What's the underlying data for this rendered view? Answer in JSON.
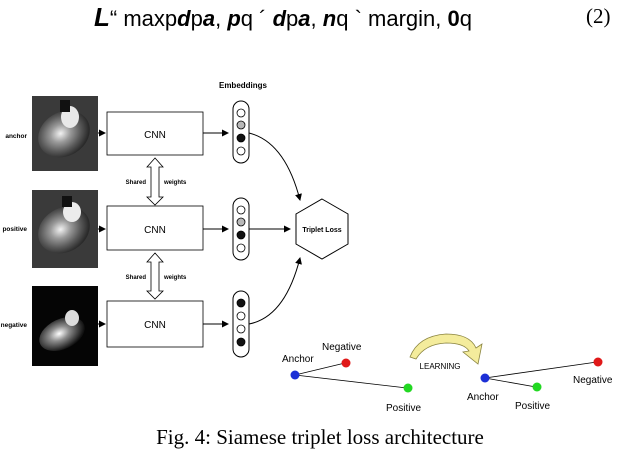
{
  "equation": {
    "tokens": [
      "L",
      "“",
      " maxp",
      "d",
      "p",
      "a",
      ",",
      " p",
      "q",
      " ´ ",
      "d",
      "p",
      "a",
      ",",
      " n",
      "q",
      " ` ",
      " margin, ",
      "0",
      "q"
    ],
    "number": "(2)"
  },
  "figure": {
    "embeddings_label": "Embeddings",
    "inputs": [
      {
        "label": "anchor",
        "network": "CNN"
      },
      {
        "label": "positive",
        "network": "CNN"
      },
      {
        "label": "negative",
        "network": "CNN"
      }
    ],
    "shared_label": "Shared",
    "weights_label": "weights",
    "loss_label": "Triplet Loss",
    "learning": {
      "before": {
        "anchor": "Anchor",
        "negative": "Negative",
        "positive": "Positive"
      },
      "arrow_label": "LEARNING",
      "after": {
        "anchor": "Anchor",
        "negative": "Negative",
        "positive": "Positive"
      },
      "colors": {
        "anchor": "#1c2fd6",
        "negative": "#e01818",
        "positive": "#22d822"
      }
    }
  },
  "caption": "Fig. 4: Siamese triplet loss architecture"
}
